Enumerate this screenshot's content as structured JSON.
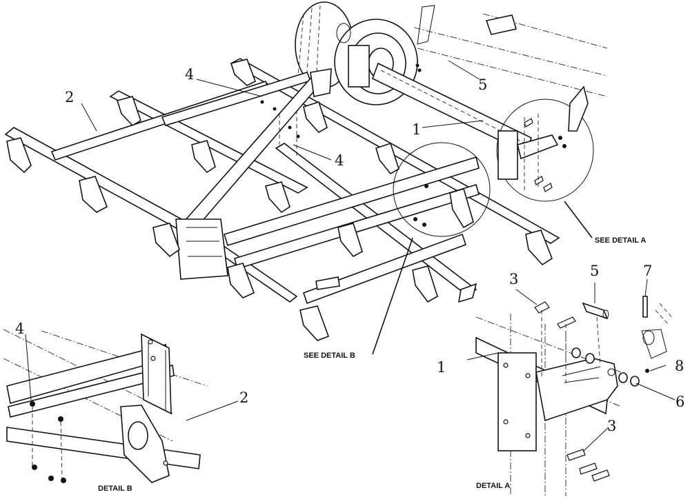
{
  "callouts": {
    "main": [
      "1",
      "2",
      "4",
      "4",
      "5"
    ],
    "detail_a": [
      "1",
      "3",
      "3",
      "5",
      "6",
      "7",
      "8"
    ],
    "detail_b": [
      "2",
      "4"
    ]
  },
  "captions": {
    "see_detail_a": "SEE DETAIL  A",
    "see_detail_b": "SEE DETAIL  B",
    "detail_a": "DETAIL A",
    "detail_b": "DETAIL B"
  }
}
